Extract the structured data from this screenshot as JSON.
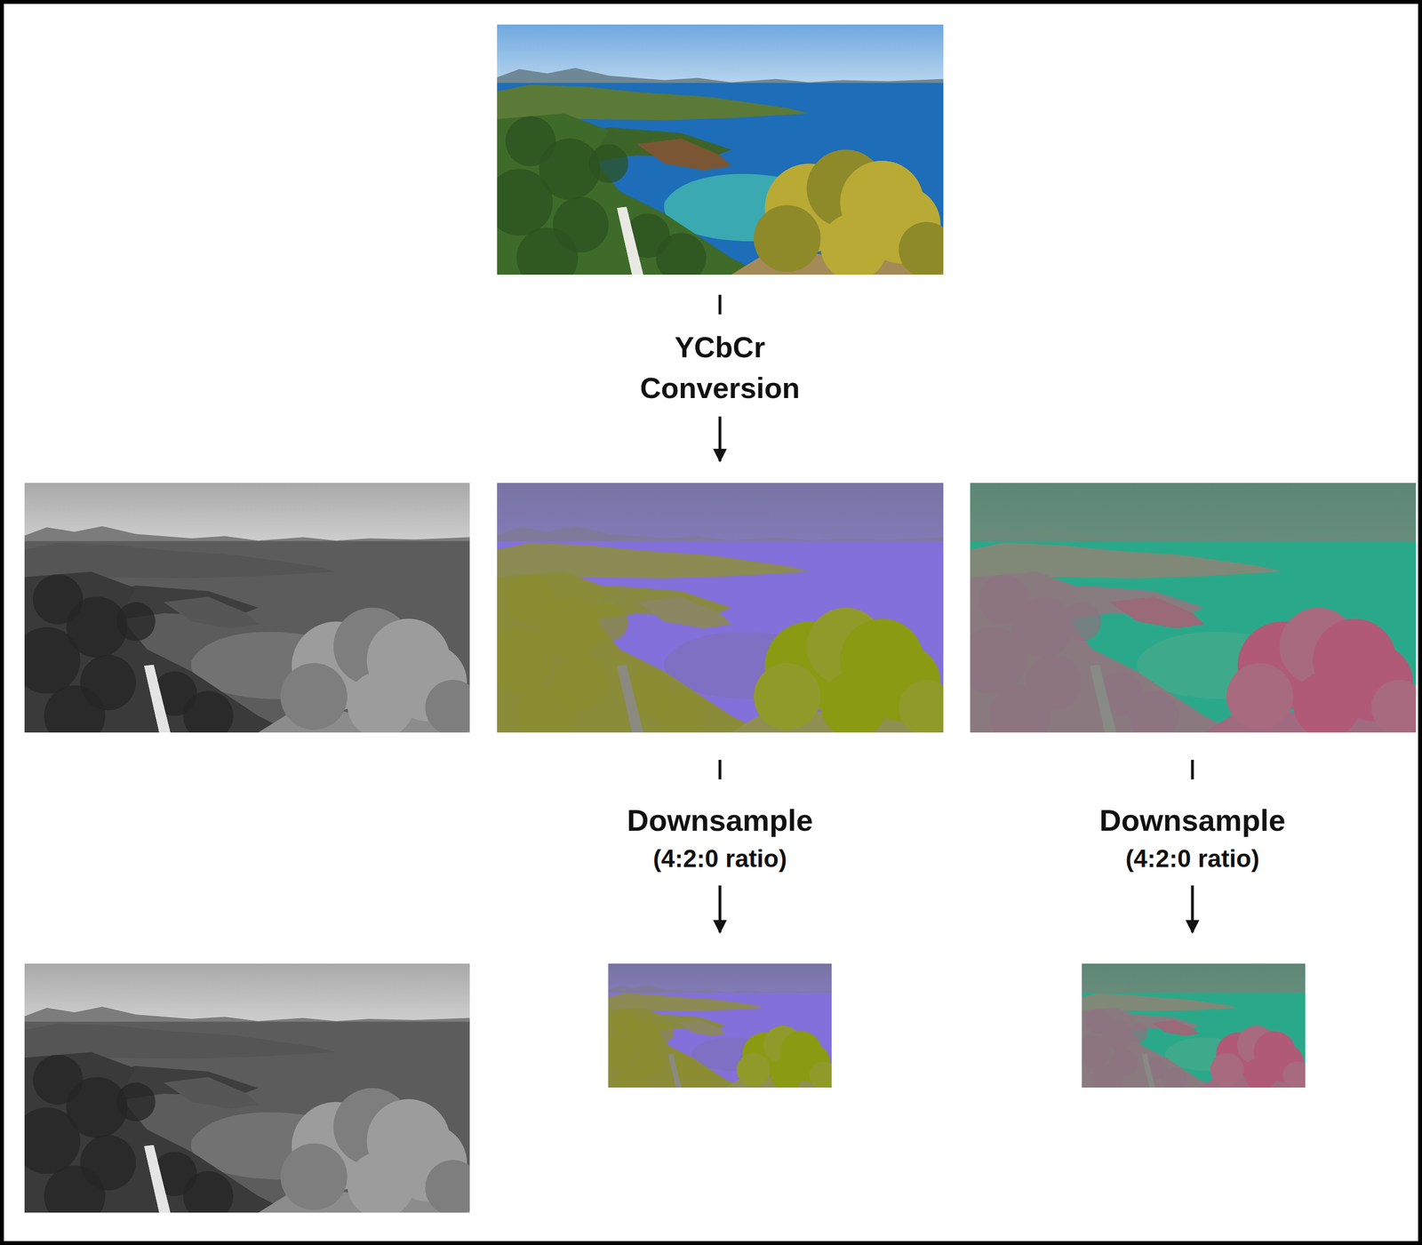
{
  "diagram": {
    "labels": [
      "YCbCr Conversion",
      "Downsample",
      "(4:2:0 ratio)",
      "Downsample",
      "(4:2:0 ratio)"
    ]
  }
}
